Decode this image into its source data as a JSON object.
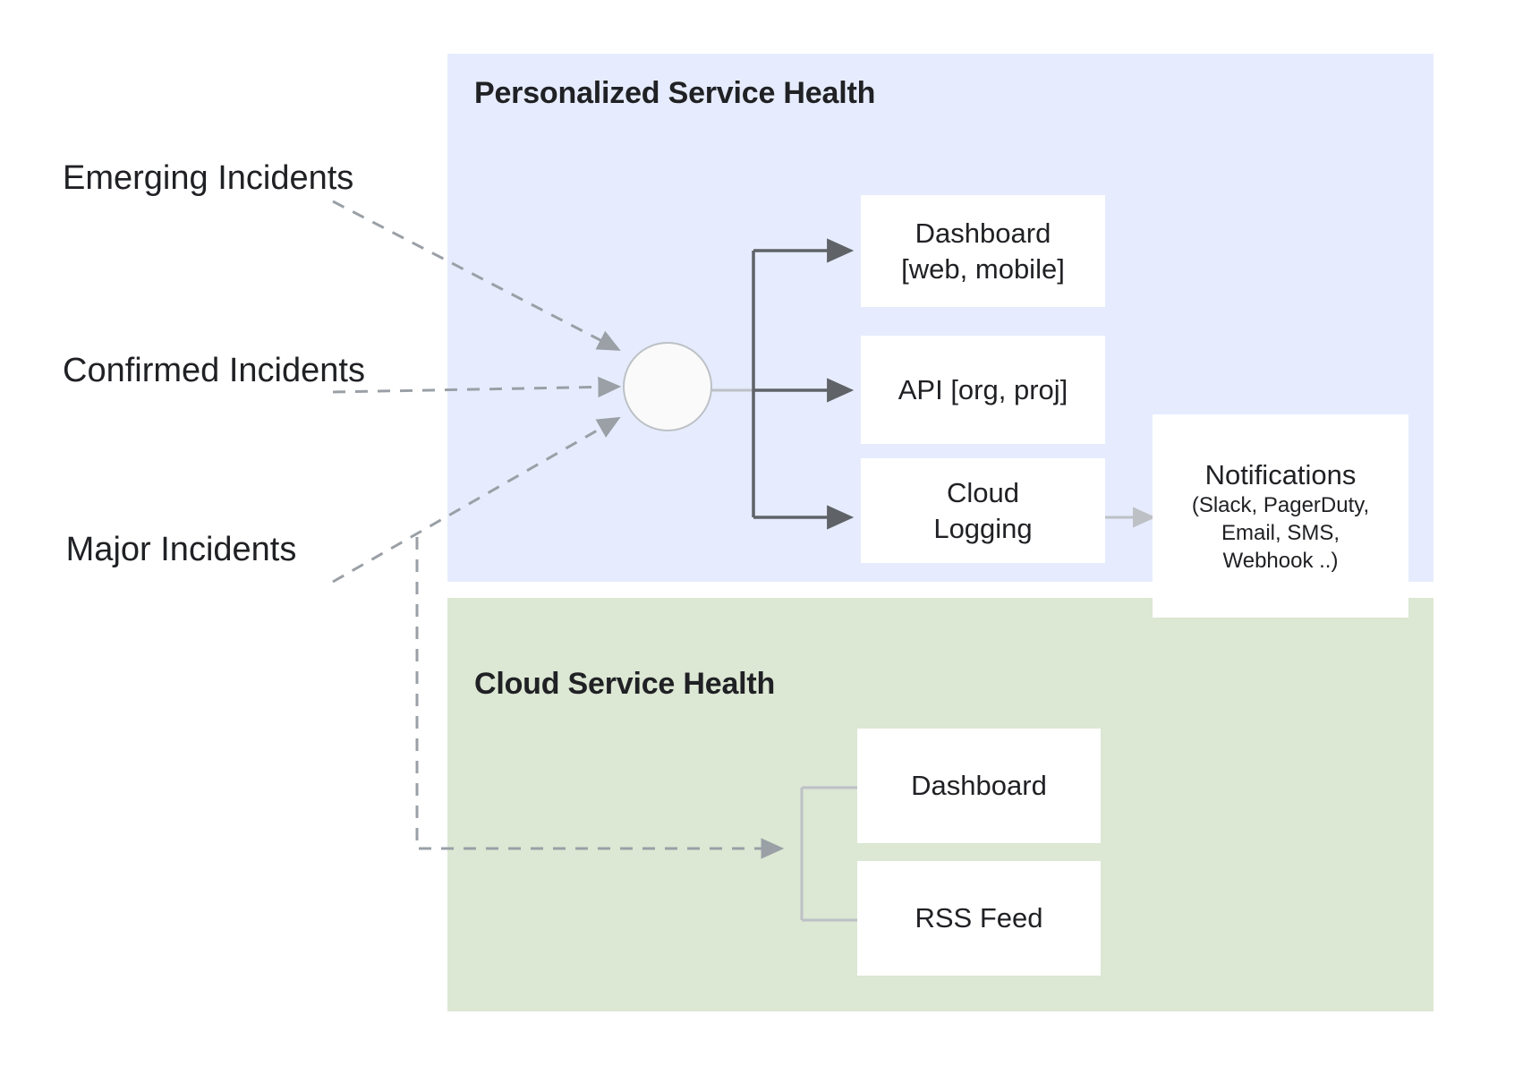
{
  "diagram": {
    "title_internal": "Google Cloud Service Health architecture",
    "colors": {
      "personalized_panel_bg": "#e6ecfd",
      "cloud_panel_bg": "#dce7d4",
      "box_bg": "#ffffff",
      "dark_connector": "#5f6368",
      "light_connector": "#bdc1c6",
      "dashed_connector": "#9aa0a6",
      "text": "#202124"
    },
    "sources": [
      {
        "id": "emerging",
        "line1": "Emerging",
        "line2": "Incidents"
      },
      {
        "id": "confirmed",
        "line1": "Confirmed",
        "line2": "Incidents"
      },
      {
        "id": "major",
        "line1": "Major",
        "line2": "Incidents"
      }
    ],
    "panels": [
      {
        "id": "personalized",
        "title": "Personalized Service Health",
        "nodes": [
          {
            "id": "psh-dashboard",
            "line1": "Dashboard",
            "line2": "[web, mobile]"
          },
          {
            "id": "psh-api",
            "line1": "API [org, proj]",
            "line2": ""
          },
          {
            "id": "psh-cloud-logging",
            "line1": "Cloud",
            "line2": "Logging"
          },
          {
            "id": "psh-notifications",
            "line1": "Notifications",
            "line2": "(Slack, PagerDuty,",
            "line3": "Email, SMS,",
            "line4": "Webhook ..)"
          }
        ]
      },
      {
        "id": "cloud-service-health",
        "title": "Cloud Service Health",
        "nodes": [
          {
            "id": "csh-dashboard",
            "line1": "Dashboard",
            "line2": ""
          },
          {
            "id": "csh-rss-feed",
            "line1": "RSS Feed",
            "line2": ""
          }
        ]
      }
    ]
  }
}
